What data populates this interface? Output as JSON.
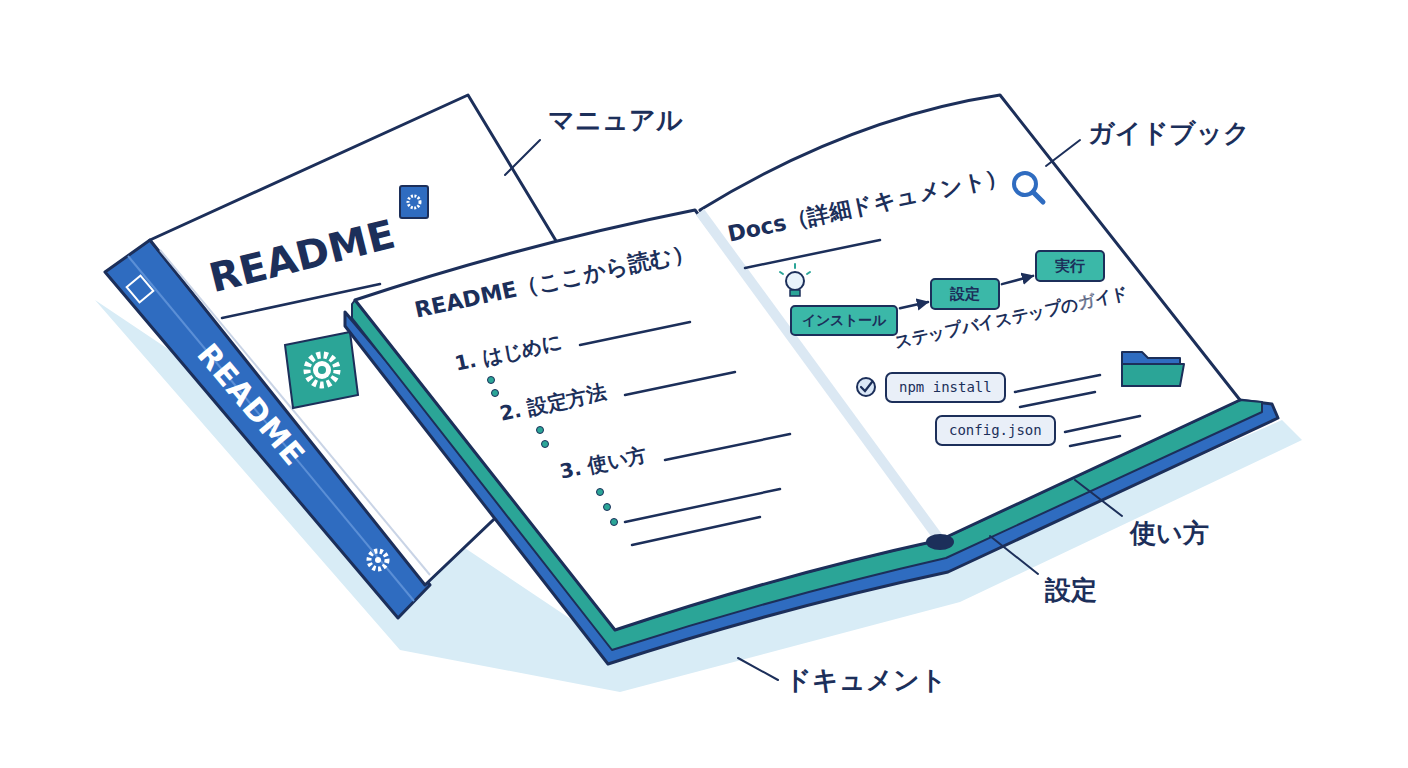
{
  "diagram": {
    "nodes": [
      {
        "text": [
          "README"
        ]
      },
      {
        "text": [
          "README"
        ]
      },
      {
        "text": [
          "README（ここから読む）",
          "1. はじめに",
          "2. 設定方法",
          "3. 使い方"
        ]
      },
      {
        "text": [
          "Docs（詳細ドキュメント）",
          "ステップバイステップのガイド"
        ]
      },
      {
        "text": [
          "インストール"
        ],
        "in": 3
      },
      {
        "text": [
          "設定"
        ],
        "in": 3
      },
      {
        "text": [
          "実行"
        ],
        "in": 3
      },
      {
        "text": [
          "npm install"
        ],
        "in": 3
      },
      {
        "text": [
          "config.json"
        ],
        "in": 3
      }
    ],
    "edges": [
      {
        "from": 4,
        "to": 5,
        "arrow": "to"
      },
      {
        "from": 5,
        "to": 6,
        "arrow": "to"
      }
    ],
    "labels": [
      "マニュアル",
      "ガイドブック",
      "使い方",
      "設定",
      "ドキュメント"
    ]
  }
}
